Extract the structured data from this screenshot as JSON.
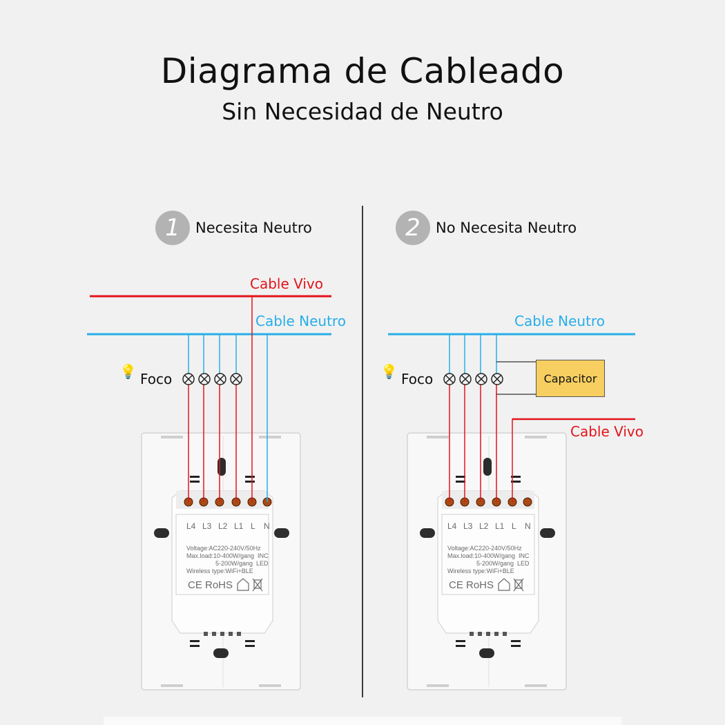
{
  "header": {
    "title": "Diagrama de Cableado",
    "subtitle": "Sin Necesidad de Neutro"
  },
  "colors": {
    "live": "#e3141b",
    "neutral": "#27aee8",
    "capacitor": "#f7cf61",
    "step_badge": "#b3b3b3"
  },
  "panels": [
    {
      "number": "1",
      "label": "Necesita Neutro",
      "live_label": "Cable Vivo",
      "neutral_label": "Cable Neutro",
      "load_label": "Foco",
      "terminals": [
        "L4",
        "L3",
        "L2",
        "L1",
        "L",
        "N"
      ]
    },
    {
      "number": "2",
      "label": "No Necesita Neutro",
      "live_label": "Cable Vivo",
      "neutral_label": "Cable Neutro",
      "load_label": "Foco",
      "capacitor_label": "Capacitor",
      "terminals": [
        "L4",
        "L3",
        "L2",
        "L1",
        "L",
        "N"
      ]
    }
  ],
  "device_label": {
    "voltage": "Voltage:AC220-240V/50Hz",
    "maxload": "Max.load:10-400W/gang",
    "inc": "INC",
    "led_load": "5-200W/gang",
    "led": "LED",
    "wireless": "Wireless type:WiFi+BLE",
    "marks": "CE RoHS"
  },
  "icons": [
    "step-number-icon",
    "lightbulb-icon",
    "lamp-symbol-icon",
    "house-icon",
    "weee-bin-icon"
  ]
}
